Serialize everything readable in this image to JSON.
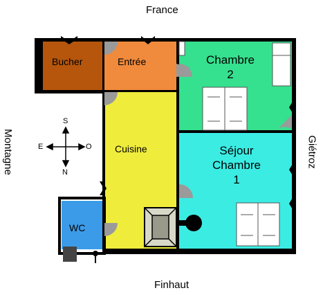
{
  "sides": {
    "north": "France",
    "south": "Finhaut",
    "west": "Montagne",
    "east": "Giétroz"
  },
  "rooms": {
    "bucher": "Bucher",
    "entree": "Entrée",
    "chambre2_line1": "Chambre",
    "chambre2_line2": "2",
    "cuisine": "Cuisine",
    "sejour_line1": "Séjour",
    "sejour_line2": "Chambre",
    "sejour_line3": "1",
    "wc": "WC"
  },
  "compass": {
    "north_marker": "S",
    "south_marker": "N",
    "west_marker": "E",
    "east_marker": "O"
  },
  "colors": {
    "bucher": "#b5560c",
    "entree": "#f08a3c",
    "chambre2": "#35e08e",
    "cuisine": "#efec3c",
    "sejour": "#3bece3",
    "wc": "#3c9be8",
    "wall": "#000000",
    "door": "#9a9a9a",
    "furniture": "#ffffff"
  }
}
